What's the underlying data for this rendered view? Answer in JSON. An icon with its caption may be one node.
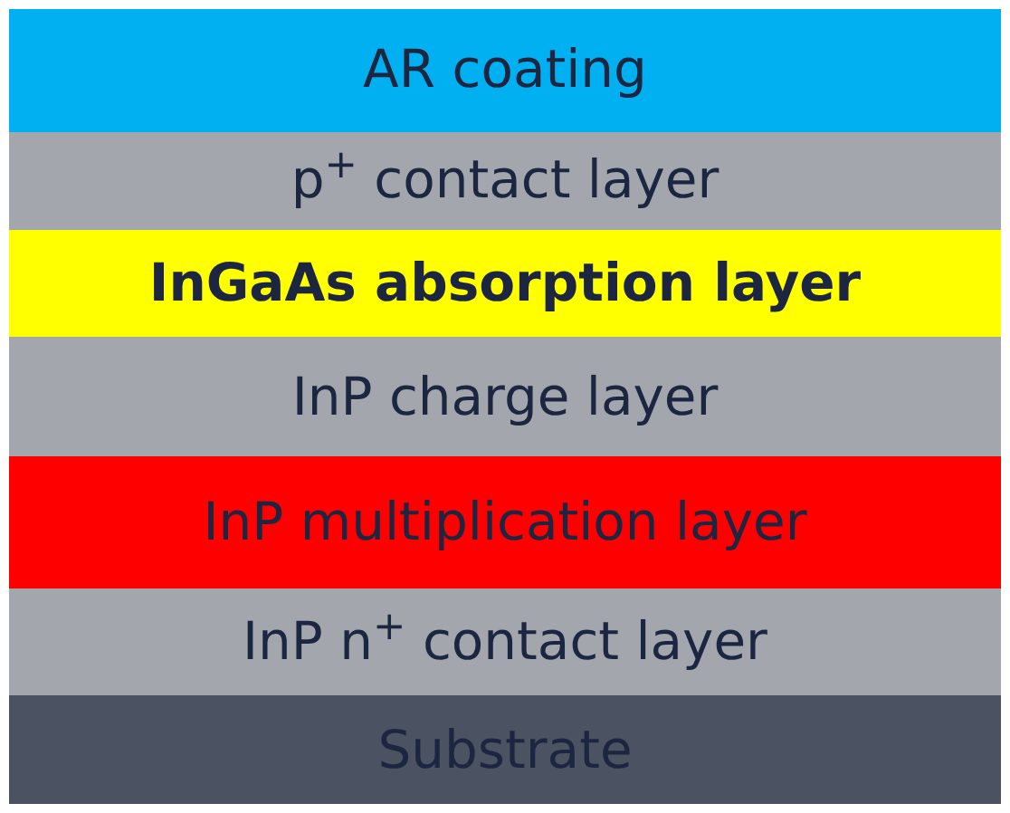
{
  "diagram": {
    "nodes": [
      {
        "text": [
          "AR coating"
        ]
      },
      {
        "text": [
          "p$^{+}$ contact layer"
        ]
      },
      {
        "text": [
          "InGaAs absorption layer"
        ]
      },
      {
        "text": [
          "InP charge layer"
        ]
      },
      {
        "text": [
          "InP multiplication layer"
        ]
      },
      {
        "text": [
          "InP n$^{+}$ contact layer"
        ]
      },
      {
        "text": [
          "Substrate"
        ]
      }
    ]
  }
}
